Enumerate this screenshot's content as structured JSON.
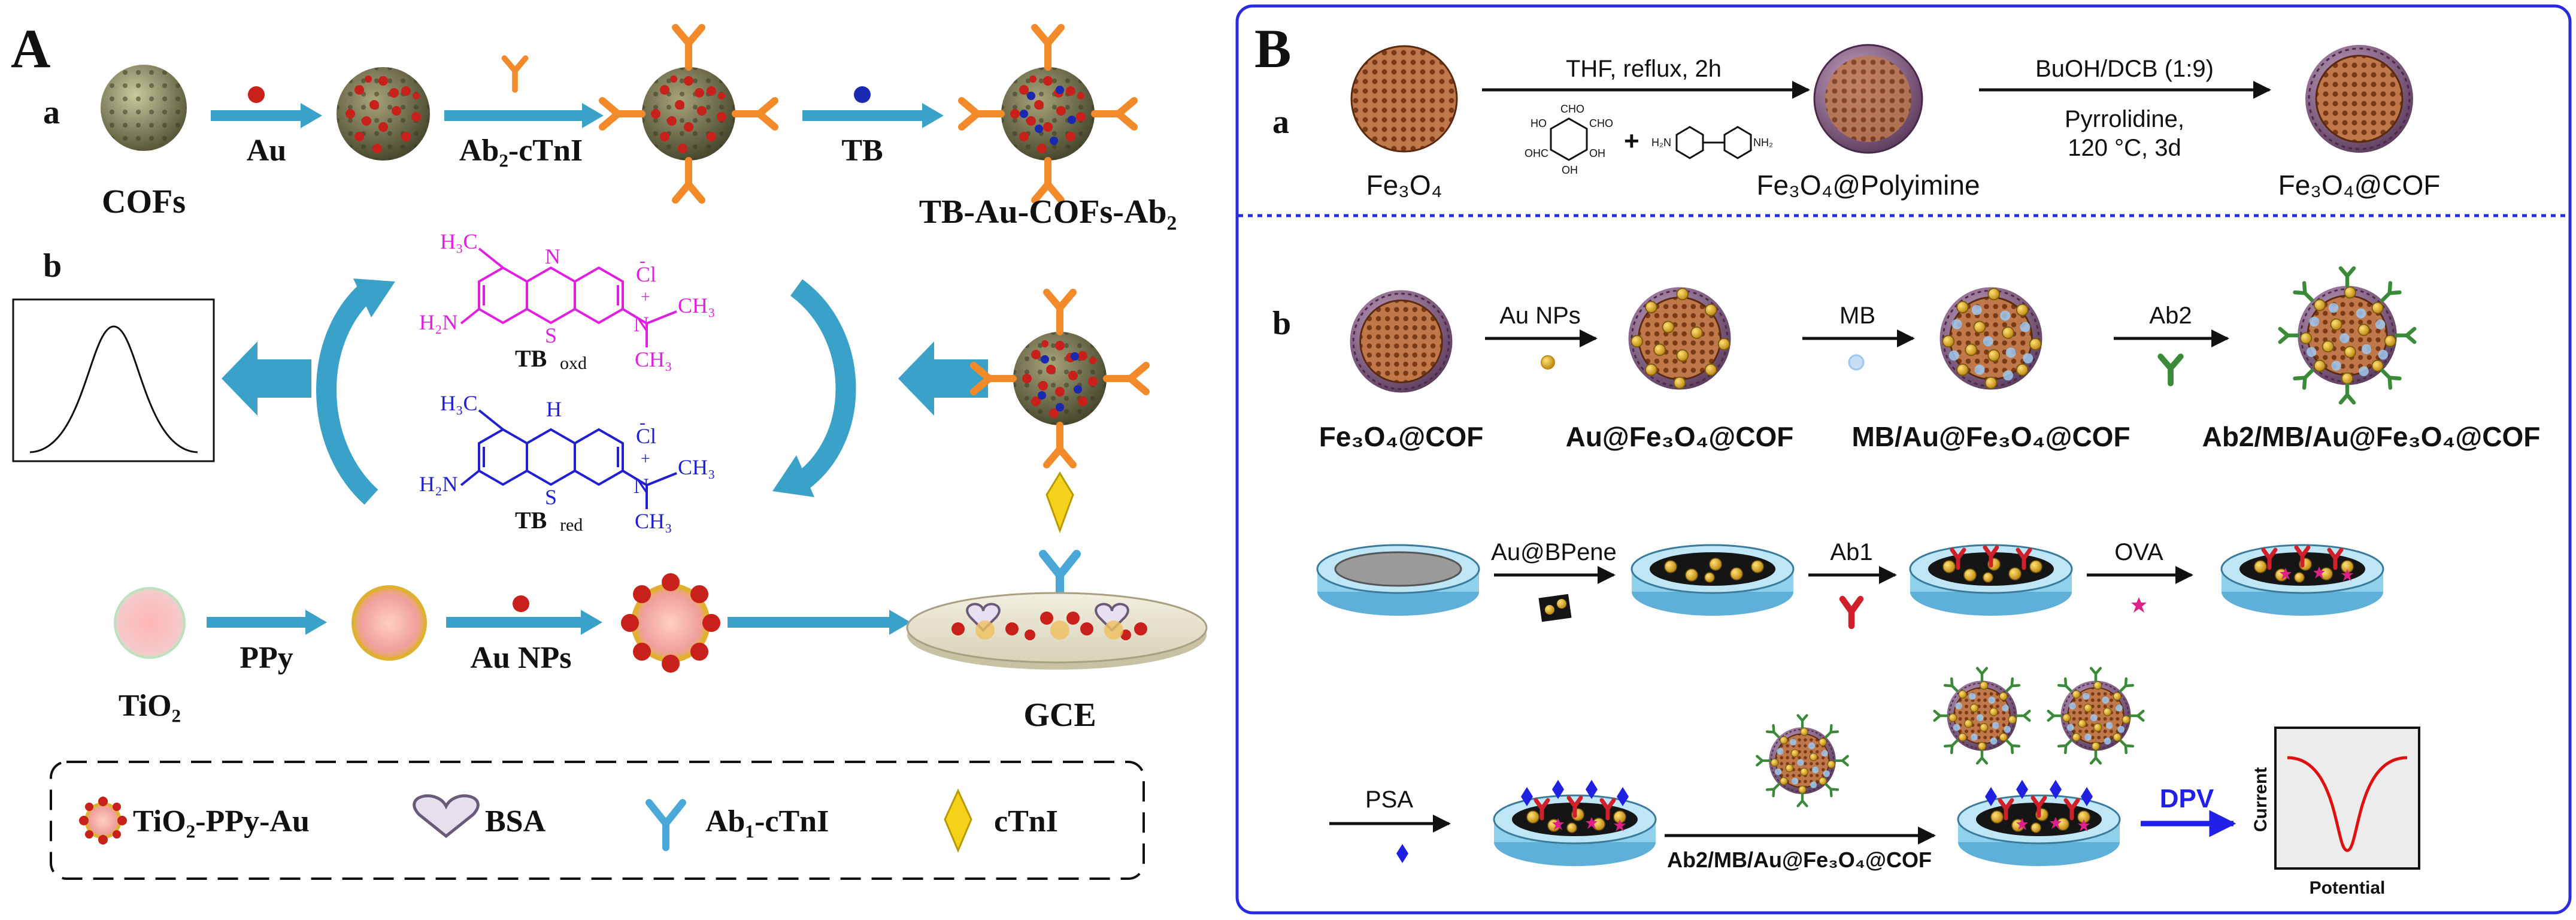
{
  "panel_a": {
    "letter": "A",
    "row_a": {
      "label": "a",
      "cofs": "COFs",
      "au": "Au",
      "ab2_ctni": "Ab₂-cTnI",
      "tb": "TB",
      "product": "TB-Au-COFs-Ab₂"
    },
    "row_b": {
      "label": "b",
      "tb_oxd_main": "TB",
      "tb_oxd_sub": "oxd",
      "tb_red_main": "TB",
      "tb_red_sub": "red",
      "h3c": "H₃C",
      "h2n": "H₂N",
      "ch3": "CH₃",
      "n": "N",
      "s": "S",
      "h": "H",
      "cl": "Cl",
      "minus": "-",
      "plus": "+"
    },
    "row_c": {
      "tio2": "TiO₂",
      "ppy": "PPy",
      "au_nps": "Au NPs",
      "gce": "GCE"
    },
    "legend": {
      "tio2_ppy_au": "TiO₂-PPy-Au",
      "bsa": "BSA",
      "ab1_ctni": "Ab₁-cTnI",
      "ctni": "cTnI"
    }
  },
  "panel_b": {
    "letter": "B",
    "section_a": {
      "label": "a",
      "fe3o4": "Fe₃O₄",
      "conditions1": "THF, reflux, 2h",
      "plus": "+",
      "cho": "CHO",
      "ohc": "OHC",
      "oh": "OH",
      "ho": "HO",
      "h2n": "H₂N",
      "nh2": "NH₂",
      "polyimine": "Fe₃O₄@Polyimine",
      "conditions2": "BuOH/DCB (1:9)",
      "conditions3": "Pyrrolidine,",
      "conditions4": "120 °C, 3d",
      "product": "Fe₃O₄@COF"
    },
    "section_b": {
      "label": "b",
      "fe3o4_cof": "Fe₃O₄@COF",
      "au_nps": "Au NPs",
      "au_fe3o4_cof": "Au@Fe₃O₄@COF",
      "mb": "MB",
      "mb_au_fe3o4_cof": "MB/Au@Fe₃O₄@COF",
      "ab2": "Ab2",
      "ab2_mb_au_fe3o4_cof": "Ab2/MB/Au@Fe₃O₄@COF",
      "au_bpene": "Au@BPene",
      "ab1": "Ab1",
      "ova": "OVA",
      "psa": "PSA",
      "probe_label": "Ab2/MB/Au@Fe₃O₄@COF",
      "dpv": "DPV",
      "current": "Current",
      "potential": "Potential"
    }
  },
  "colors": {
    "arrow_blue": "#3aa2c8",
    "panel_border": "#2a2ae0",
    "tb_oxd": "#e020e0",
    "tb_red": "#2020d0",
    "dpv_arrow": "#2020e8",
    "dpv_curve": "#e01010",
    "psa_diamond": "#2020e0",
    "ab_orange": "#f28a2a",
    "ab_red": "#d0202a",
    "ab_green": "#3a8a3a",
    "electrode_blue": "#8fd0ea"
  }
}
